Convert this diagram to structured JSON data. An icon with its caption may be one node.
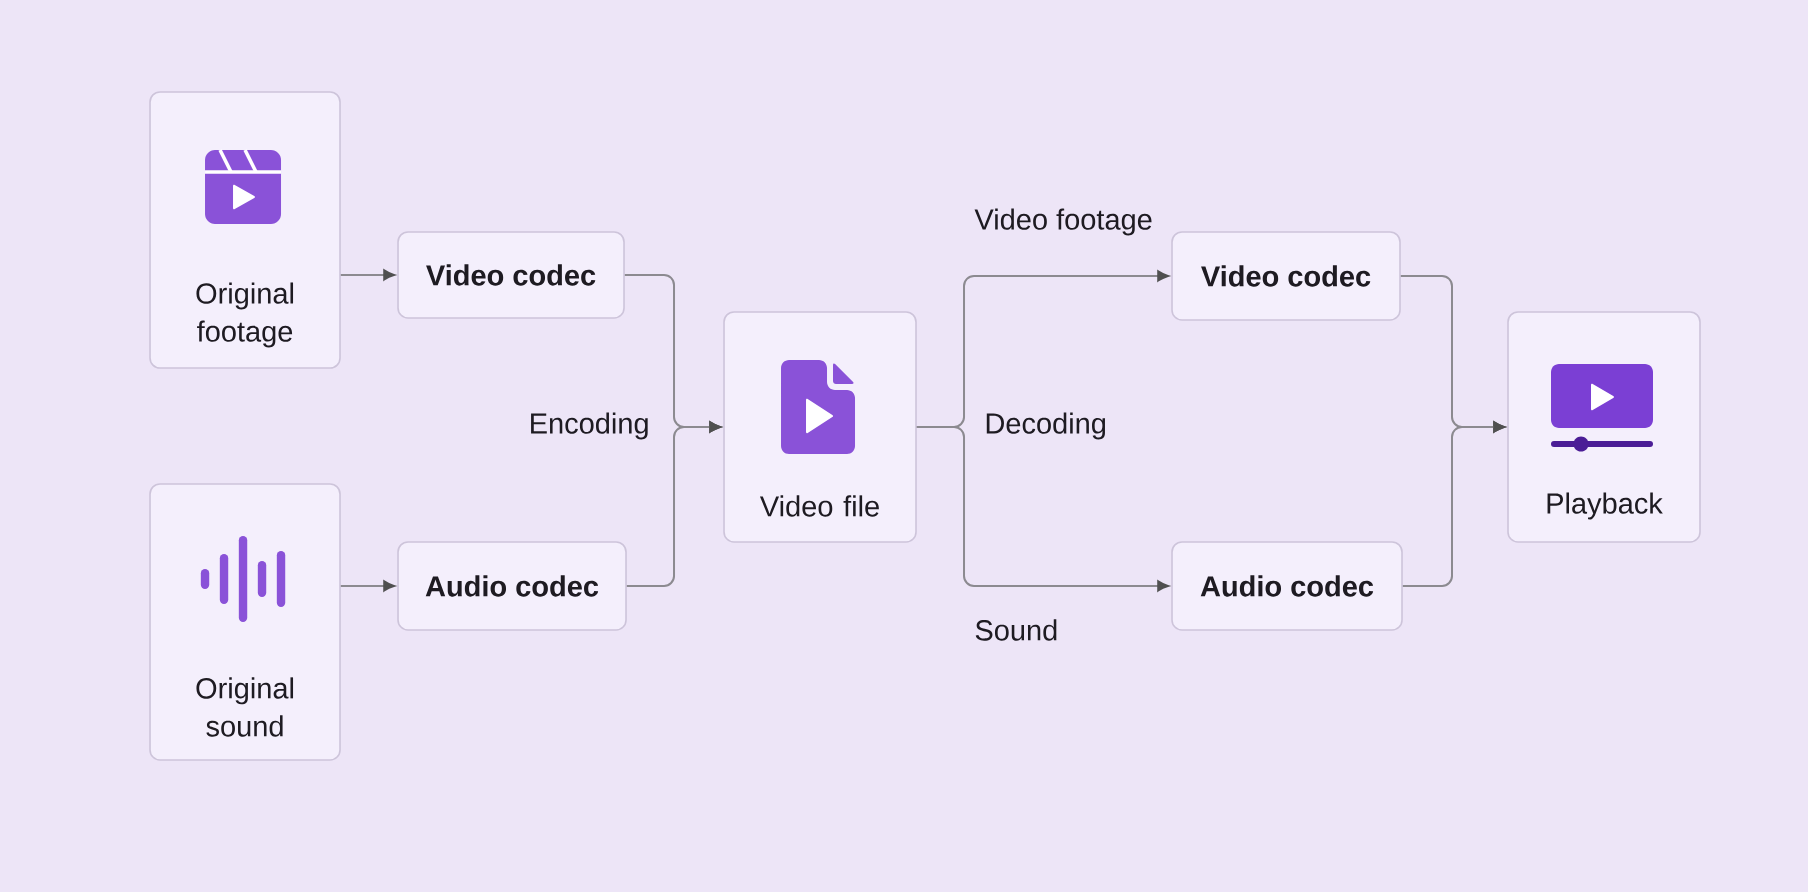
{
  "diagram": {
    "nodes": [
      {
        "text": [
          "Original footage"
        ]
      },
      {
        "text": [
          "Video codec"
        ]
      },
      {
        "text": [
          "Original sound"
        ]
      },
      {
        "text": [
          "Audio codec"
        ]
      },
      {
        "text": [
          "Video file"
        ]
      },
      {
        "text": [
          "Video codec"
        ]
      },
      {
        "text": [
          "Audio codec"
        ]
      },
      {
        "text": [
          "Playback"
        ]
      }
    ],
    "edges": [
      {
        "from": 0,
        "to": 1,
        "arrow": "to"
      },
      {
        "from": 2,
        "to": 3,
        "arrow": "to"
      },
      {
        "from": 1,
        "to": 4,
        "arrow": "to"
      },
      {
        "from": 3,
        "to": 4,
        "arrow": "to"
      },
      {
        "from": 4,
        "to": 5,
        "arrow": "to",
        "label": "Video footage"
      },
      {
        "from": 4,
        "to": 6,
        "arrow": "to",
        "label": "Sound"
      },
      {
        "from": 5,
        "to": 7,
        "arrow": "to"
      },
      {
        "from": 6,
        "to": 7,
        "arrow": "to"
      }
    ],
    "labels": [
      "Encoding",
      "Decoding"
    ]
  }
}
